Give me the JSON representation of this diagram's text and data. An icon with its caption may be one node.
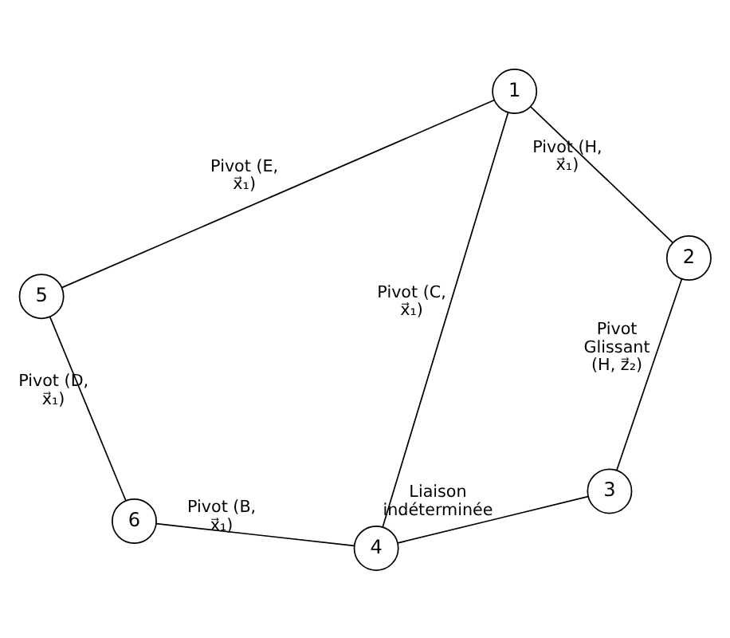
{
  "diagram": {
    "nodes": [
      {
        "text": [
          "1"
        ]
      },
      {
        "text": [
          "2"
        ]
      },
      {
        "text": [
          "3"
        ]
      },
      {
        "text": [
          "4"
        ]
      },
      {
        "text": [
          "5"
        ]
      },
      {
        "text": [
          "6"
        ]
      }
    ],
    "edges": [
      {
        "from": 0,
        "to": 1,
        "arrow": "none",
        "label": "Pivot (H, x⃗₁)"
      },
      {
        "from": 1,
        "to": 2,
        "arrow": "none",
        "label": "Pivot Glissant (H, z⃗₂)"
      },
      {
        "from": 2,
        "to": 3,
        "arrow": "none",
        "label": "Liaison indéterminée"
      },
      {
        "from": 3,
        "to": 5,
        "arrow": "none",
        "label": "Pivot (B, x⃗₁)"
      },
      {
        "from": 5,
        "to": 4,
        "arrow": "none",
        "label": "Pivot (D, x⃗₁)"
      },
      {
        "from": 4,
        "to": 0,
        "arrow": "none",
        "label": "Pivot (E, x⃗₁)"
      },
      {
        "from": 0,
        "to": 3,
        "arrow": "none",
        "label": "Pivot (C, x⃗₁)"
      }
    ]
  }
}
